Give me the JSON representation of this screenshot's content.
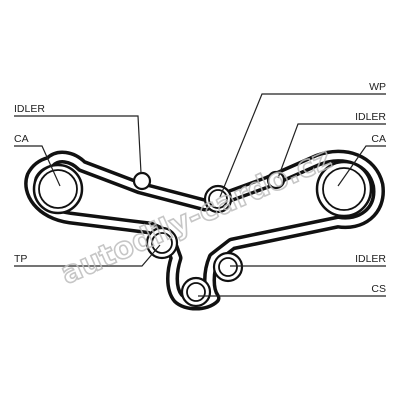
{
  "labels": {
    "idler_top_left": "IDLER",
    "ca_left": "CA",
    "wp": "WP",
    "idler_top_right": "IDLER",
    "ca_right": "CA",
    "tp": "TP",
    "idler_bottom_right": "IDLER",
    "cs": "CS"
  },
  "watermark": "autodily-cardo.cz",
  "colors": {
    "line": "#111111",
    "text": "#222222",
    "watermark": "#bdbdbd",
    "background": "#ffffff"
  }
}
